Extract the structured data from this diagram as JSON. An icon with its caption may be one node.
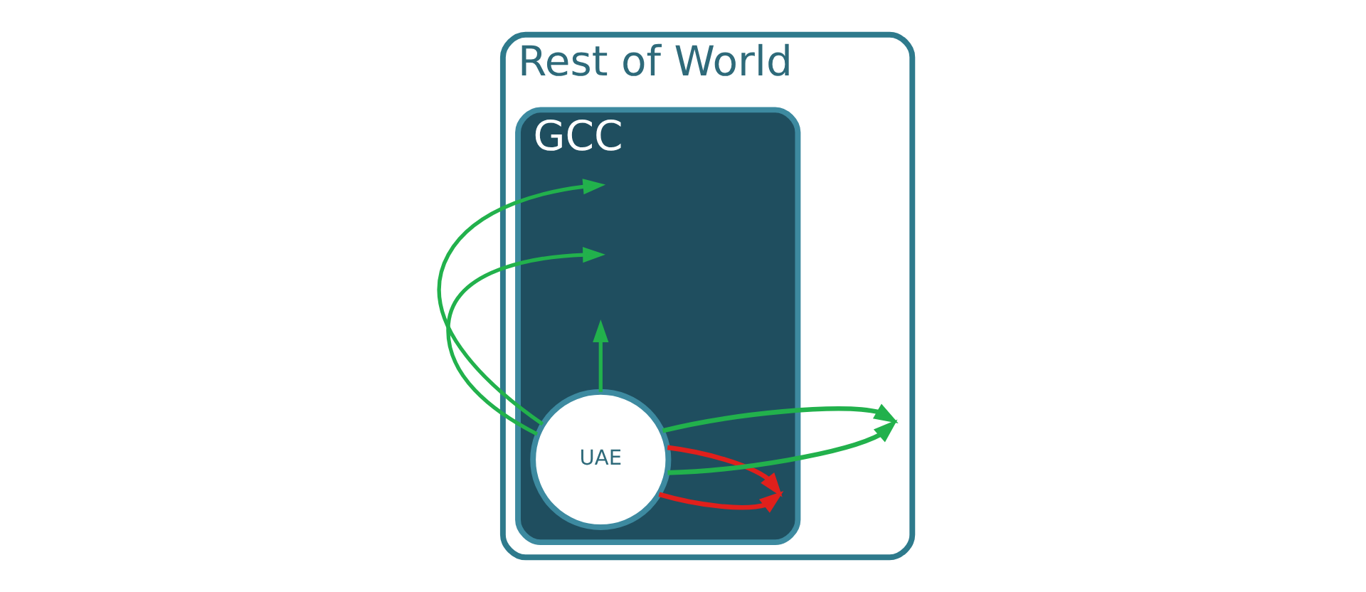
{
  "diagram": {
    "nodes": [
      {
        "text": [
          "Rest of World"
        ]
      },
      {
        "text": [
          "GCC"
        ],
        "in": 0
      },
      {
        "text": [
          "UAE"
        ],
        "in": 1
      }
    ],
    "edges": [
      {
        "from": 2,
        "to": 0,
        "arrow": "to"
      },
      {
        "from": 2,
        "to": 0,
        "arrow": "to"
      },
      {
        "from": 2,
        "to": 1,
        "arrow": "to",
        "color": "#e0201c"
      },
      {
        "from": 2,
        "to": 1,
        "arrow": "to",
        "color": "#e0201c"
      },
      {
        "from": 2,
        "to": null,
        "arrow": "to"
      },
      {
        "from": 2,
        "to": null,
        "arrow": "to"
      },
      {
        "from": 2,
        "to": null,
        "arrow": "to"
      }
    ]
  }
}
